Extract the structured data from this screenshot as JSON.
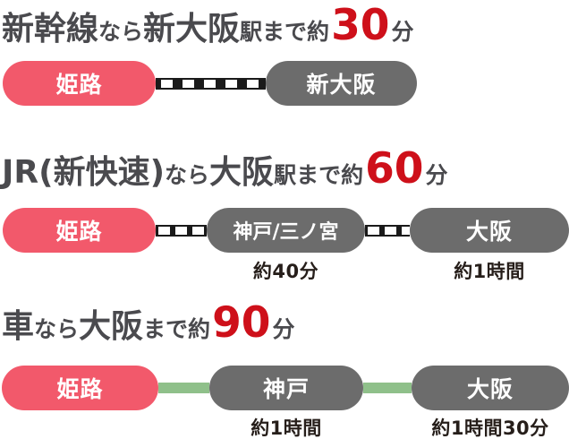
{
  "colors": {
    "background": "#ffffff",
    "heading_text": "#4A4A4E",
    "accent_red": "#CE101A",
    "pill_pink": "#F2596B",
    "pill_gray": "#6C6C6C",
    "pill_text": "#ffffff",
    "rail_black": "#1A1A1A",
    "rail_dash_white": "#ffffff",
    "road_green": "#8FC08A",
    "time_text": "#261E1A"
  },
  "sections": [
    {
      "name": "shinkansen",
      "heading": {
        "seg1": "新幹線",
        "seg2": "なら",
        "seg3": "新大阪",
        "seg4": "駅まで約",
        "number": "30",
        "seg6": "分"
      },
      "connector_type": "rail",
      "stations": [
        {
          "label": "姫路"
        },
        {
          "label": "新大阪"
        }
      ]
    },
    {
      "name": "jr-special-rapid",
      "heading": {
        "seg1": "JR(新快速)",
        "seg2": "なら",
        "seg3": "大阪",
        "seg4": "駅まで約",
        "number": "60",
        "seg6": "分"
      },
      "connector_type": "rail",
      "stations": [
        {
          "label": "姫路"
        },
        {
          "label": "神戸/三ノ宮",
          "time": "約40分"
        },
        {
          "label": "大阪",
          "time": "約1時間"
        }
      ]
    },
    {
      "name": "car",
      "heading": {
        "seg1": "車",
        "seg2": "なら",
        "seg3": "大阪",
        "seg4": "まで約",
        "number": "90",
        "seg6": "分"
      },
      "connector_type": "road",
      "stations": [
        {
          "label": "姫路"
        },
        {
          "label": "神戸",
          "time": "約1時間"
        },
        {
          "label": "大阪",
          "time": "約1時間30分"
        }
      ]
    }
  ]
}
